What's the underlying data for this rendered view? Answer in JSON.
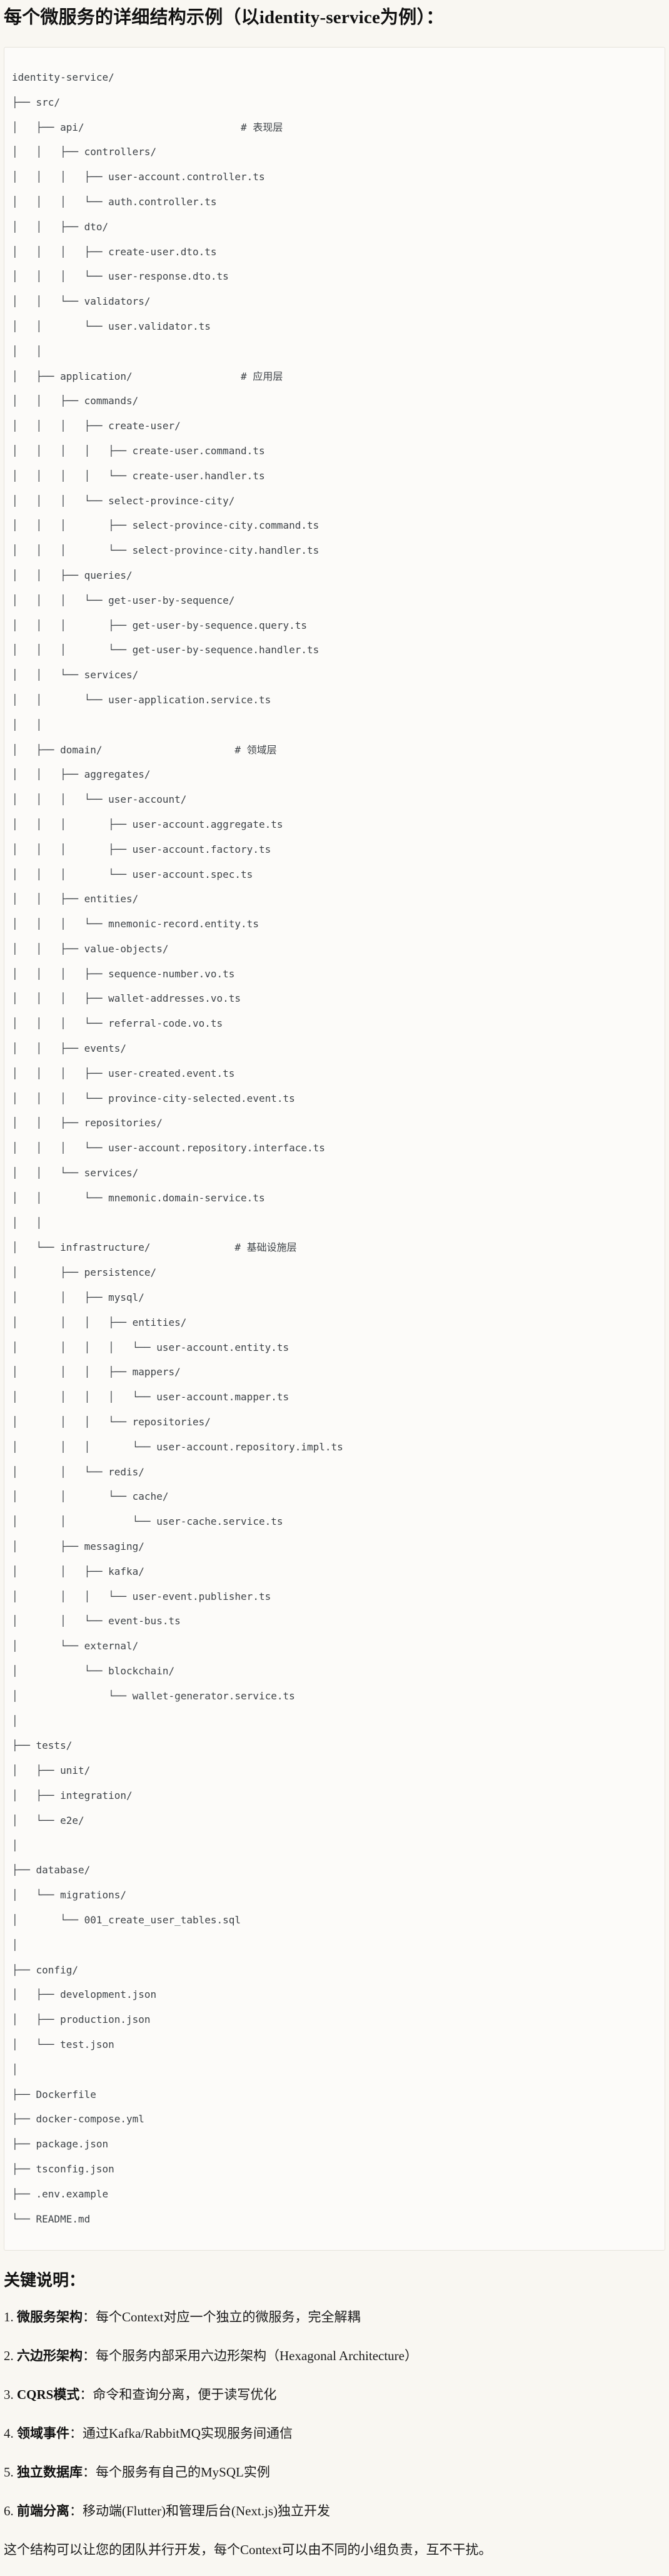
{
  "title": "每个微服务的详细结构示例（以identity-service为例）：",
  "colors": {
    "page_bg": "#f9f7f2",
    "code_bg": "#fcfbf9",
    "code_border": "#e6e3db",
    "code_text": "#3d4247",
    "heading_text": "#111111"
  },
  "tree": {
    "lines": [
      "identity-service/",
      "├── src/",
      "│   ├── api/                          # 表现层",
      "│   │   ├── controllers/",
      "│   │   │   ├── user-account.controller.ts",
      "│   │   │   └── auth.controller.ts",
      "│   │   ├── dto/",
      "│   │   │   ├── create-user.dto.ts",
      "│   │   │   └── user-response.dto.ts",
      "│   │   └── validators/",
      "│   │       └── user.validator.ts",
      "│   │",
      "│   ├── application/                  # 应用层",
      "│   │   ├── commands/",
      "│   │   │   ├── create-user/",
      "│   │   │   │   ├── create-user.command.ts",
      "│   │   │   │   └── create-user.handler.ts",
      "│   │   │   └── select-province-city/",
      "│   │   │       ├── select-province-city.command.ts",
      "│   │   │       └── select-province-city.handler.ts",
      "│   │   ├── queries/",
      "│   │   │   └── get-user-by-sequence/",
      "│   │   │       ├── get-user-by-sequence.query.ts",
      "│   │   │       └── get-user-by-sequence.handler.ts",
      "│   │   └── services/",
      "│   │       └── user-application.service.ts",
      "│   │",
      "│   ├── domain/                      # 领域层",
      "│   │   ├── aggregates/",
      "│   │   │   └── user-account/",
      "│   │   │       ├── user-account.aggregate.ts",
      "│   │   │       ├── user-account.factory.ts",
      "│   │   │       └── user-account.spec.ts",
      "│   │   ├── entities/",
      "│   │   │   └── mnemonic-record.entity.ts",
      "│   │   ├── value-objects/",
      "│   │   │   ├── sequence-number.vo.ts",
      "│   │   │   ├── wallet-addresses.vo.ts",
      "│   │   │   └── referral-code.vo.ts",
      "│   │   ├── events/",
      "│   │   │   ├── user-created.event.ts",
      "│   │   │   └── province-city-selected.event.ts",
      "│   │   ├── repositories/",
      "│   │   │   └── user-account.repository.interface.ts",
      "│   │   └── services/",
      "│   │       └── mnemonic.domain-service.ts",
      "│   │",
      "│   └── infrastructure/              # 基础设施层",
      "│       ├── persistence/",
      "│       │   ├── mysql/",
      "│       │   │   ├── entities/",
      "│       │   │   │   └── user-account.entity.ts",
      "│       │   │   ├── mappers/",
      "│       │   │   │   └── user-account.mapper.ts",
      "│       │   │   └── repositories/",
      "│       │   │       └── user-account.repository.impl.ts",
      "│       │   └── redis/",
      "│       │       └── cache/",
      "│       │           └── user-cache.service.ts",
      "│       ├── messaging/",
      "│       │   ├── kafka/",
      "│       │   │   └── user-event.publisher.ts",
      "│       │   └── event-bus.ts",
      "│       └── external/",
      "│           └── blockchain/",
      "│               └── wallet-generator.service.ts",
      "│",
      "├── tests/",
      "│   ├── unit/",
      "│   ├── integration/",
      "│   └── e2e/",
      "│",
      "├── database/",
      "│   └── migrations/",
      "│       └── 001_create_user_tables.sql",
      "│",
      "├── config/",
      "│   ├── development.json",
      "│   ├── production.json",
      "│   └── test.json",
      "│",
      "├── Dockerfile",
      "├── docker-compose.yml",
      "├── package.json",
      "├── tsconfig.json",
      "├── .env.example",
      "└── README.md"
    ]
  },
  "key_notes": {
    "heading": "关键说明：",
    "items": [
      {
        "num": "1. ",
        "label": "微服务架构",
        "text": "：每个Context对应一个独立的微服务，完全解耦"
      },
      {
        "num": "2. ",
        "label": "六边形架构",
        "text": "：每个服务内部采用六边形架构（Hexagonal Architecture）"
      },
      {
        "num": "3. ",
        "label": "CQRS模式",
        "text": "：命令和查询分离，便于读写优化"
      },
      {
        "num": "4. ",
        "label": "领域事件",
        "text": "：通过Kafka/RabbitMQ实现服务间通信"
      },
      {
        "num": "5. ",
        "label": "独立数据库",
        "text": "：每个服务有自己的MySQL实例"
      },
      {
        "num": "6. ",
        "label": "前端分离",
        "text": "：移动端(Flutter)和管理后台(Next.js)独立开发"
      }
    ]
  },
  "closing": "这个结构可以让您的团队并行开发，每个Context可以由不同的小组负责，互不干扰。"
}
